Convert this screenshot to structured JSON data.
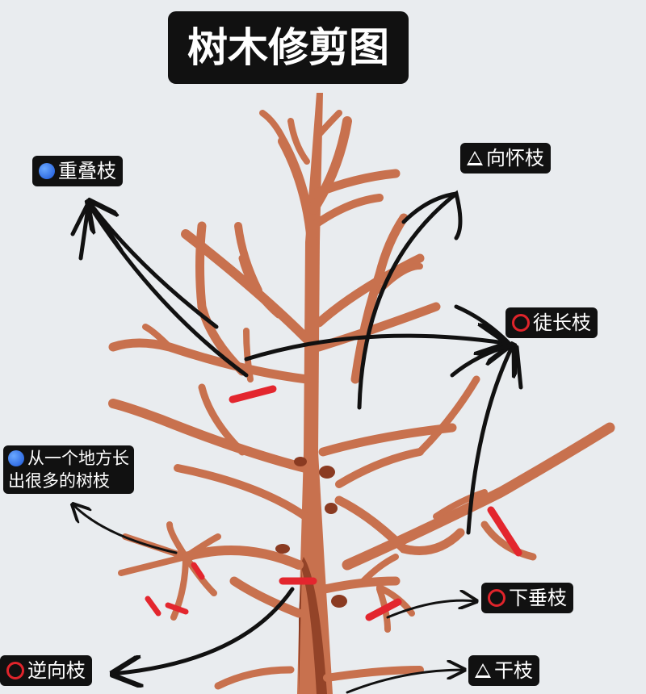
{
  "title": "树木修剪图",
  "labels": {
    "overlap": {
      "icon": "blue-circle-icon",
      "text": "重叠枝"
    },
    "inward": {
      "icon": "triangle-icon",
      "text": "向怀枝"
    },
    "water_sprout": {
      "icon": "red-ring-icon",
      "text": "徒长枝"
    },
    "cluster": {
      "icon": "blue-circle-icon",
      "line1": "从一个地方长",
      "line2": "出很多的树枝"
    },
    "drooping": {
      "icon": "red-ring-icon",
      "text": "下垂枝"
    },
    "reverse": {
      "icon": "red-ring-icon",
      "text": "逆向枝"
    },
    "dry": {
      "icon": "triangle-icon",
      "text": "干枝"
    }
  },
  "colors": {
    "branch": "#c8714e",
    "branch_dark": "#8a3b22",
    "cut_mark": "#e3262e",
    "arrow": "#111111",
    "label_bg": "#111111",
    "background": "#e9ecef"
  }
}
